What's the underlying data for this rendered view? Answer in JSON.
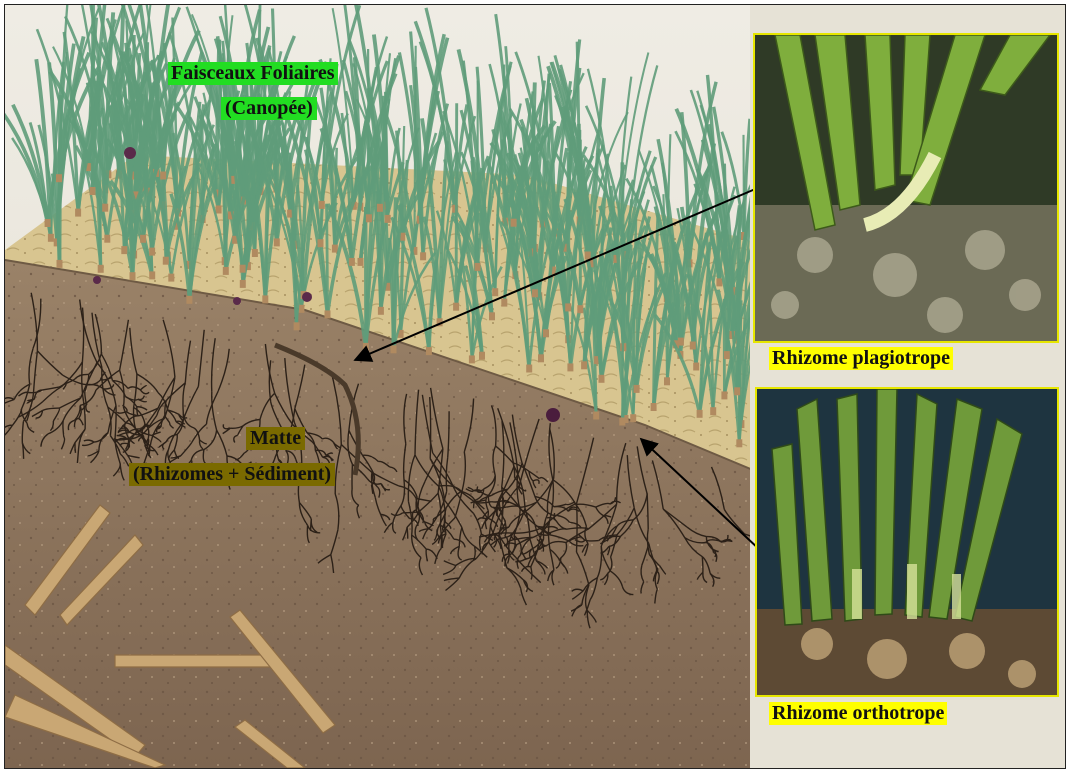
{
  "labels": {
    "canopy_line1": "Faisceaux Foliaires",
    "canopy_line2": "(Canopée)",
    "matte_line1": "Matte",
    "matte_line2": "(Rhizomes + Sédiment)",
    "plagiotrope": "Rhizome plagiotrope",
    "orthotrope": "Rhizome orthotrope"
  },
  "colors": {
    "canopy_label_bg": "#22dd22",
    "matte_label_bg": "#7a6a00",
    "photo_label_bg": "#ffff00",
    "sediment": "#8b7560",
    "seabed_surface": "#d8c590",
    "leaf": "#5f9c7a",
    "photo_frame": "#e6e600"
  },
  "icons": {
    "plagiotrope_arrow": "arrow-icon",
    "orthotrope_arrow": "arrow-icon",
    "sea-urchin": "urchin-icon"
  }
}
